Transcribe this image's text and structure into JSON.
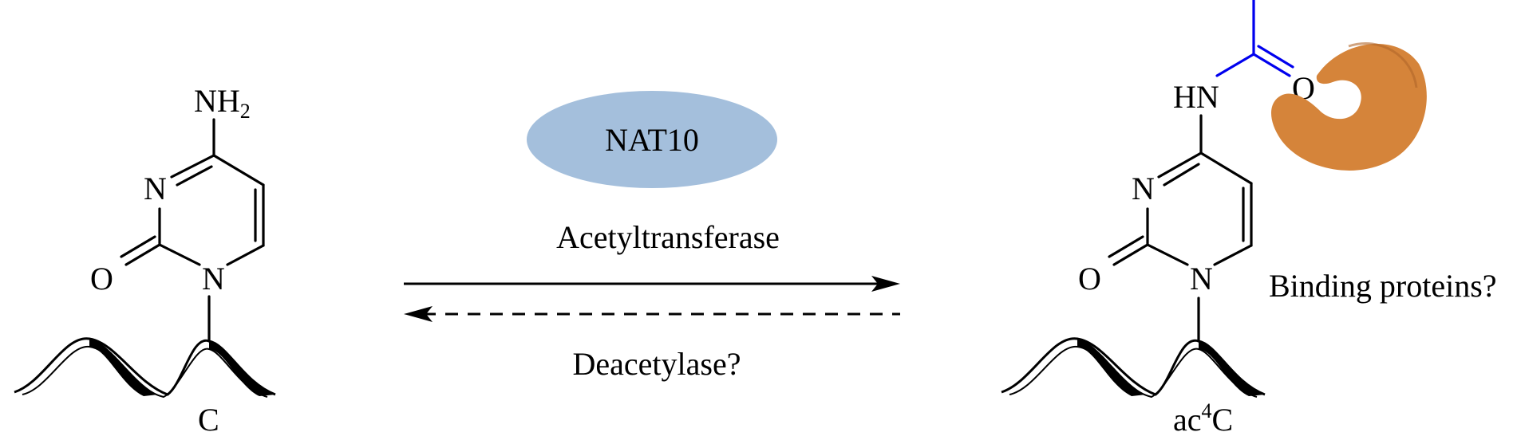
{
  "left_molecule": {
    "amino_prefix": "NH",
    "amino_subscript": "2",
    "ring_n3": "N",
    "ring_n1": "N",
    "carbonyl_o": "O",
    "caption": "C"
  },
  "enzyme": {
    "name": "NAT10",
    "color": "#a4bfdc"
  },
  "reaction": {
    "forward_label": "Acetyltransferase",
    "reverse_label": "Deacetylase?"
  },
  "right_molecule": {
    "amide_nh": "HN",
    "acetyl_o": "O",
    "ring_n3": "N",
    "ring_n1": "N",
    "carbonyl_o": "O",
    "caption_prefix": "ac",
    "caption_superscript": "4",
    "caption_suffix": "C"
  },
  "binding": {
    "label": "Binding proteins?",
    "protein_color": "#d5843a",
    "acetyl_color": "#0000ee"
  }
}
